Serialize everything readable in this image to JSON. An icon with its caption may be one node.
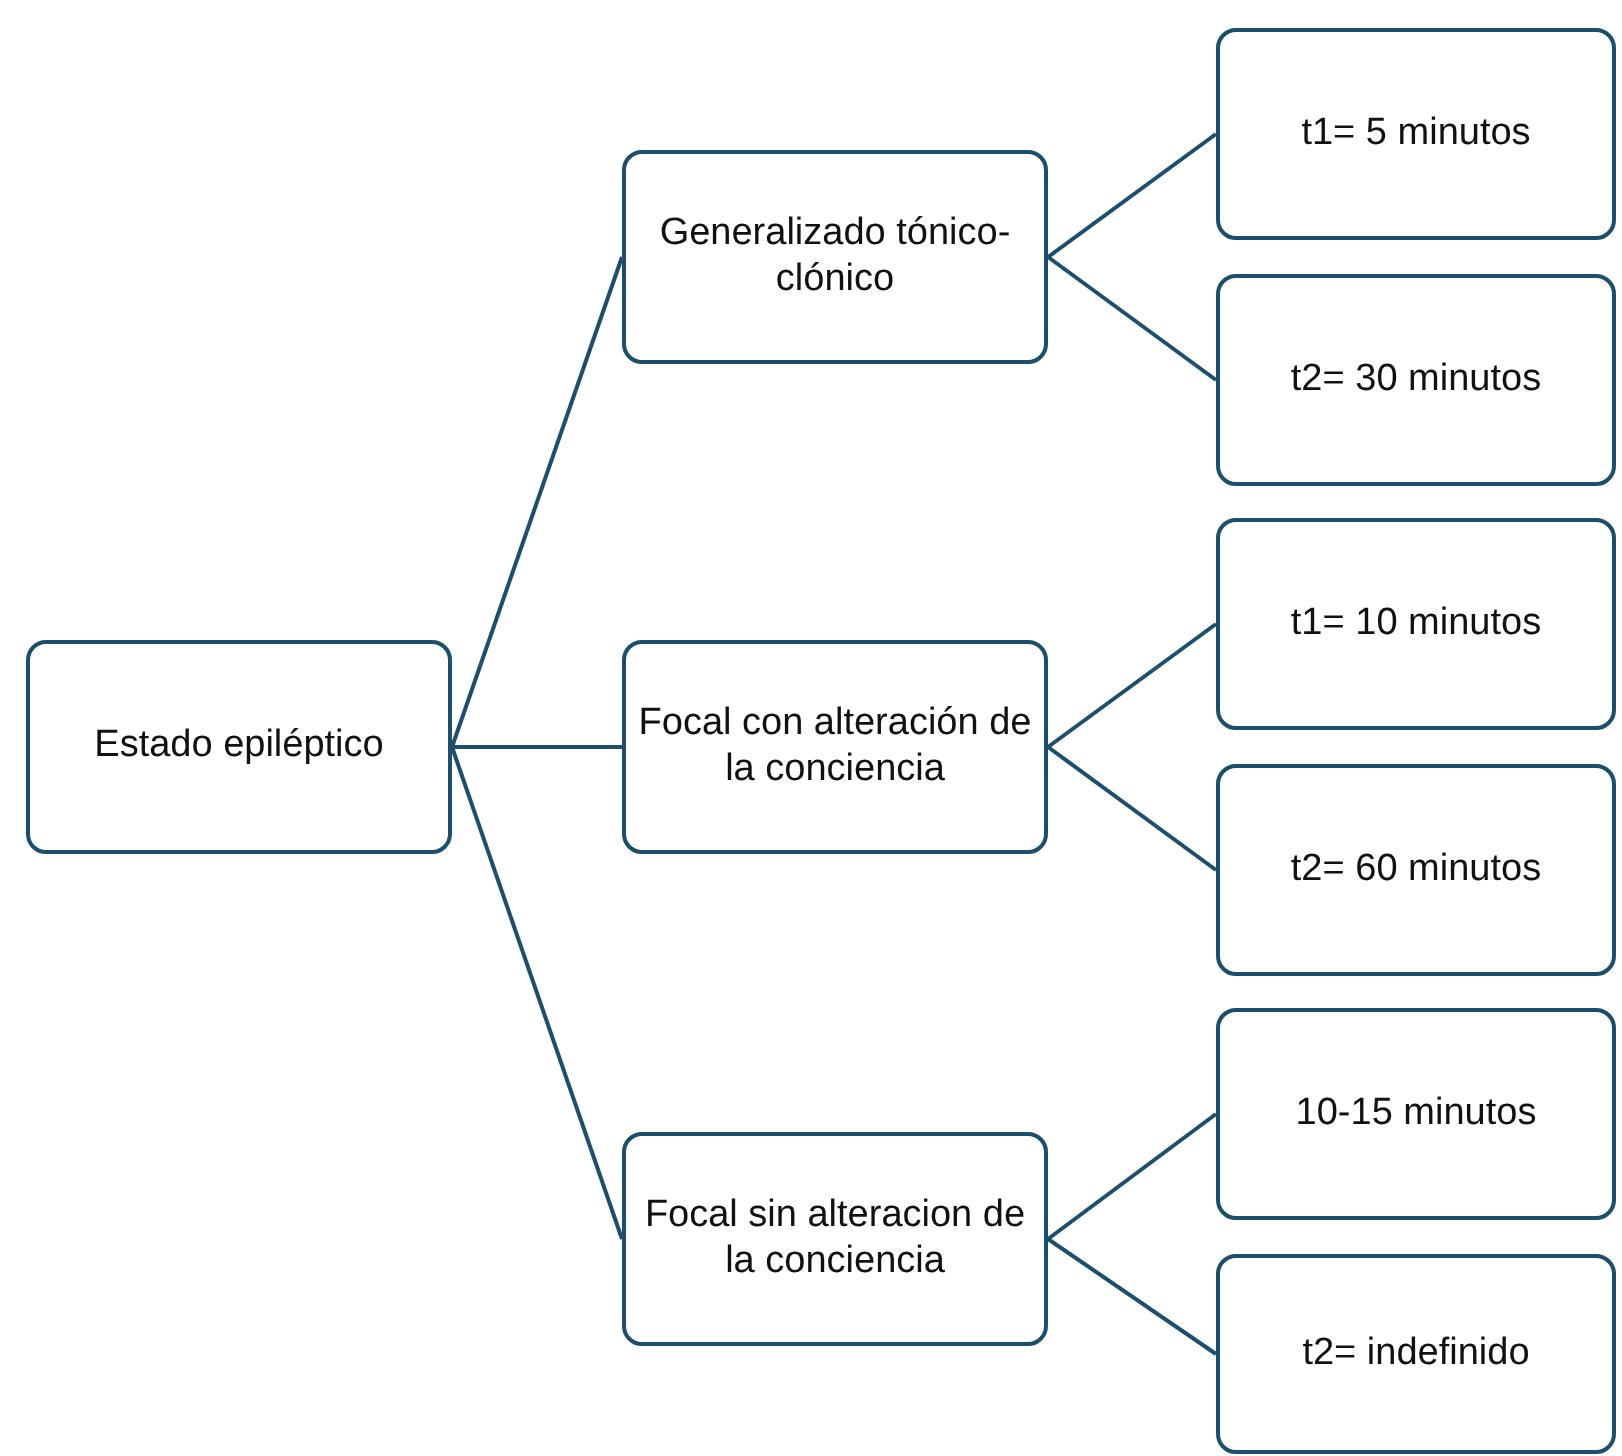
{
  "diagram": {
    "nodes": [
      {
        "text": [
          "Estado epiléptico"
        ]
      },
      {
        "text": [
          "Generalizado tónico-clónico"
        ]
      },
      {
        "text": [
          "t1= 5 minutos"
        ]
      },
      {
        "text": [
          "t2= 30 minutos"
        ]
      },
      {
        "text": [
          "Focal con alteración de la conciencia"
        ]
      },
      {
        "text": [
          "t1= 10 minutos"
        ]
      },
      {
        "text": [
          "t2= 60 minutos"
        ]
      },
      {
        "text": [
          "Focal sin alteracion de la conciencia"
        ]
      },
      {
        "text": [
          "10-15 minutos"
        ]
      },
      {
        "text": [
          "t2= indefinido"
        ]
      }
    ],
    "edges": [
      {
        "from": 0,
        "to": 1,
        "arrow": "none"
      },
      {
        "from": 0,
        "to": 4,
        "arrow": "none"
      },
      {
        "from": 0,
        "to": 7,
        "arrow": "none"
      },
      {
        "from": 1,
        "to": 2,
        "arrow": "none"
      },
      {
        "from": 1,
        "to": 3,
        "arrow": "none"
      },
      {
        "from": 4,
        "to": 5,
        "arrow": "none"
      },
      {
        "from": 4,
        "to": 6,
        "arrow": "none"
      },
      {
        "from": 7,
        "to": 8,
        "arrow": "none"
      },
      {
        "from": 7,
        "to": 9,
        "arrow": "none"
      }
    ]
  }
}
